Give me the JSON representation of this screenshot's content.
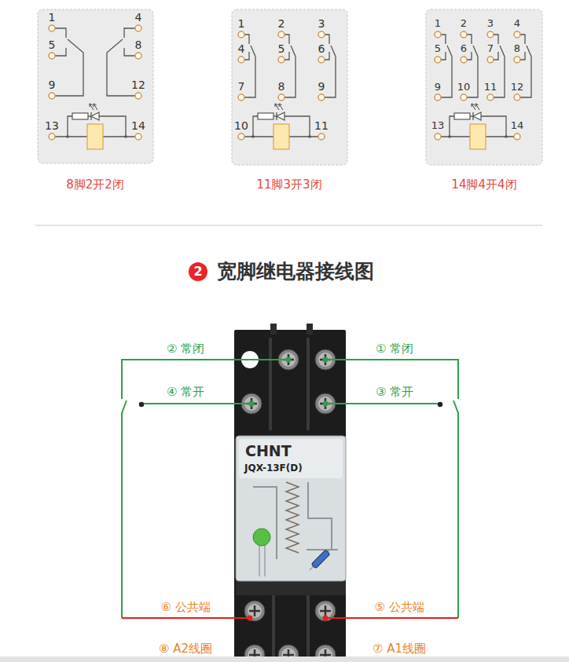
{
  "diagram": {
    "title": "宽脚继电器接线图",
    "nodes": [
      {
        "text": [
          "1",
          "4",
          "5",
          "8",
          "9",
          "12",
          "13",
          "14",
          "8脚2开2闭"
        ]
      },
      {
        "text": [
          "1",
          "2",
          "3",
          "4",
          "5",
          "6",
          "7",
          "8",
          "9",
          "10",
          "11",
          "11脚3开3闭"
        ]
      },
      {
        "text": [
          "1",
          "2",
          "3",
          "4",
          "5",
          "6",
          "7",
          "8",
          "9",
          "10",
          "11",
          "12",
          "13",
          "14",
          "14脚4开4闭"
        ]
      },
      {
        "text": [
          "2"
        ]
      },
      {
        "text": [
          "CHNT",
          "JQX-13F(D)"
        ]
      }
    ],
    "labels": [
      "② 常闭",
      "① 常闭",
      "④ 常开",
      "③ 常开",
      "⑥ 公共端",
      "⑤ 公共端",
      "⑧ A2线圈",
      "⑦ A1线圈"
    ]
  }
}
